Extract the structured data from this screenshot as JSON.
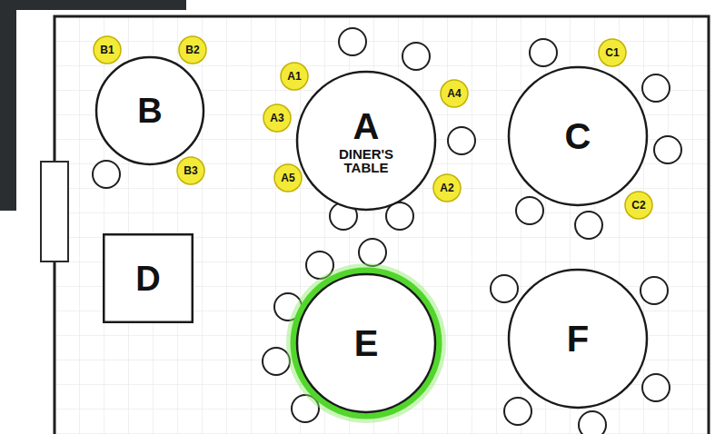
{
  "diagram": {
    "nodes": [
      {
        "text": [
          "B"
        ]
      },
      {
        "text": [
          "A",
          "DINER'S TABLE"
        ]
      },
      {
        "text": [
          "C"
        ]
      },
      {
        "text": [
          "D"
        ]
      },
      {
        "text": [
          "E"
        ]
      },
      {
        "text": [
          "F"
        ]
      },
      {
        "text": [
          "B1"
        ]
      },
      {
        "text": [
          "B2"
        ]
      },
      {
        "text": [
          "C1"
        ]
      },
      {
        "text": [
          "A1"
        ]
      },
      {
        "text": [
          "A4"
        ]
      },
      {
        "text": [
          "A3"
        ]
      },
      {
        "text": [
          "B3"
        ]
      },
      {
        "text": [
          "A5"
        ]
      },
      {
        "text": [
          "A2"
        ]
      },
      {
        "text": [
          "C2"
        ]
      }
    ]
  }
}
